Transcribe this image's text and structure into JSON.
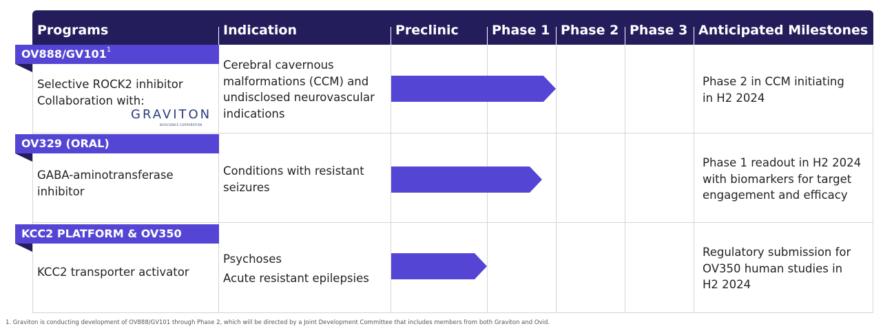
{
  "header": {
    "columns": [
      "Programs",
      "Indication",
      "Preclinic",
      "Phase 1",
      "Phase 2",
      "Phase 3",
      "Anticipated Milestones"
    ]
  },
  "programs": [
    {
      "name": "OV888/GV101",
      "name_sup": "1",
      "description": [
        "Selective ROCK2 inhibitor",
        "Collaboration with:"
      ],
      "indication": [
        "Cerebral cavernous",
        "malformations (CCM) and",
        "undisclosed neurovascular",
        "indications"
      ],
      "progress_phase": 1.0,
      "milestone": [
        "Phase 2 in CCM initiating",
        "in H2 2024"
      ]
    },
    {
      "name": "OV329 (ORAL)",
      "description": [
        "GABA-aminotransferase",
        "inhibitor"
      ],
      "indication": [
        "Conditions with resistant",
        "seizures"
      ],
      "progress_phase": 0.8,
      "milestone": [
        "Phase 1 readout in H2 2024",
        "with biomarkers for target",
        "engagement and efficacy"
      ]
    },
    {
      "name": "KCC2 PLATFORM & OV350",
      "description": [
        "KCC2 transporter activator"
      ],
      "indication": [
        "Psychoses",
        "Acute resistant epilepsies"
      ],
      "progress_phase": 0.0,
      "milestone": [
        "Regulatory submission for",
        "OV350 human studies in",
        "H2 2024"
      ]
    }
  ],
  "partner_logo": {
    "name": "GRAVITON",
    "subtext": "BIOSCIENCE CORPORATION",
    "icon": "graviton-logo"
  },
  "footnote": "1.  Graviton is conducting development of OV888/GV101 through Phase 2, which will be directed by a Joint Development Committee that includes members from both Graviton and Ovid.",
  "colors": {
    "header_bg": "#241d5c",
    "tag_bg": "#5545d4",
    "bar": "#5545d4",
    "grid": "#d5d5d5"
  }
}
